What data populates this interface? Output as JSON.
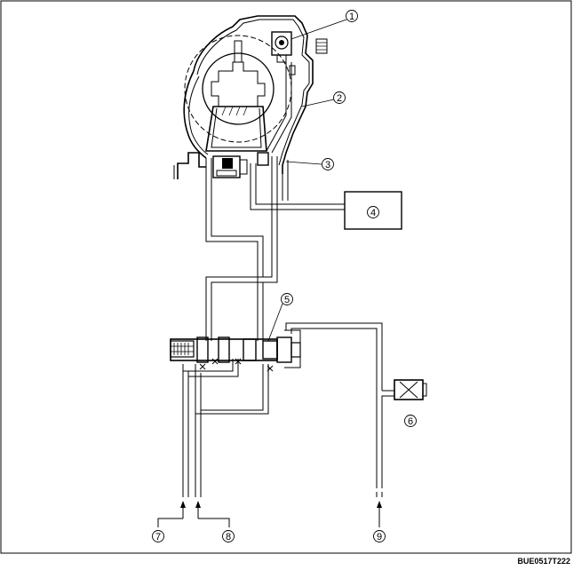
{
  "figure": {
    "code": "BUE0517T222",
    "callouts": [
      {
        "id": "c1",
        "label": "1"
      },
      {
        "id": "c2",
        "label": "2"
      },
      {
        "id": "c3",
        "label": "3"
      },
      {
        "id": "c4",
        "label": "4"
      },
      {
        "id": "c5",
        "label": "5"
      },
      {
        "id": "c6",
        "label": "6"
      },
      {
        "id": "c7",
        "label": "7"
      },
      {
        "id": "c8",
        "label": "8"
      },
      {
        "id": "c9",
        "label": "9"
      }
    ]
  }
}
